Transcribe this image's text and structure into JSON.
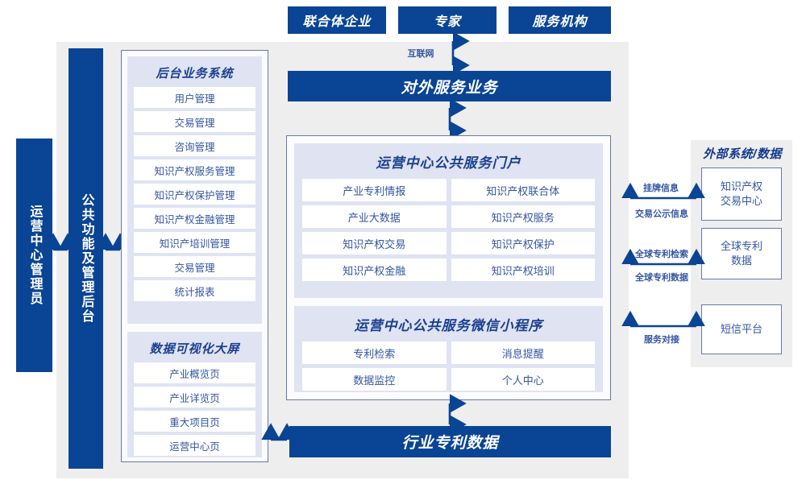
{
  "top_actors": [
    {
      "label": "联合体企业"
    },
    {
      "label": "专家"
    },
    {
      "label": "服务机构"
    }
  ],
  "internet_label": "互联网",
  "external_service_bar": {
    "label": "对外服务业务"
  },
  "left_roles": {
    "admin": "运营中心管理员",
    "common_backend": "公共功能及管理后台"
  },
  "backend_system": {
    "title": "后台业务系统",
    "items": [
      "用户管理",
      "交易管理",
      "咨询管理",
      "知识产权服务管理",
      "知识产权保护管理",
      "知识产权金融管理",
      "知识产培训管理",
      "交易管理",
      "统计报表"
    ]
  },
  "data_visualization": {
    "title": "数据可视化大屏",
    "items": [
      "产业概览页",
      "产业详览页",
      "重大项目页",
      "运营中心页"
    ]
  },
  "portal": {
    "title": "运营中心公共服务门户",
    "items": [
      "产业专利情报",
      "知识产权联合体",
      "产业大数据",
      "知识产权服务",
      "知识产权交易",
      "知识产权保护",
      "知识产权金融",
      "知识产权培训"
    ]
  },
  "mini_program": {
    "title": "运营中心公共服务微信小程序",
    "items": [
      "专利检索",
      "消息提醒",
      "数据监控",
      "个人中心"
    ]
  },
  "industry_data_bar": {
    "label": "行业专利数据"
  },
  "external": {
    "title": "外部系统/数据",
    "systems": [
      {
        "label": "知识产权\n交易中心",
        "line1": "知识产权",
        "line2": "交易中心"
      },
      {
        "label": "全球专利\n数据",
        "line1": "全球专利",
        "line2": "数据"
      },
      {
        "label": "短信平台",
        "line1": "短信平台",
        "line2": ""
      }
    ],
    "connections": [
      {
        "above": "挂牌信息",
        "below": "交易公示信息"
      },
      {
        "above": "全球专利检索",
        "below": "全球专利数据"
      },
      {
        "above": "",
        "below": "服务对接"
      }
    ]
  },
  "colors": {
    "navy": "#0a4494",
    "lavender": "#dfe3f2",
    "gray": "#eeeeee",
    "border": "#6a76ad",
    "text_blue": "#33559f"
  }
}
